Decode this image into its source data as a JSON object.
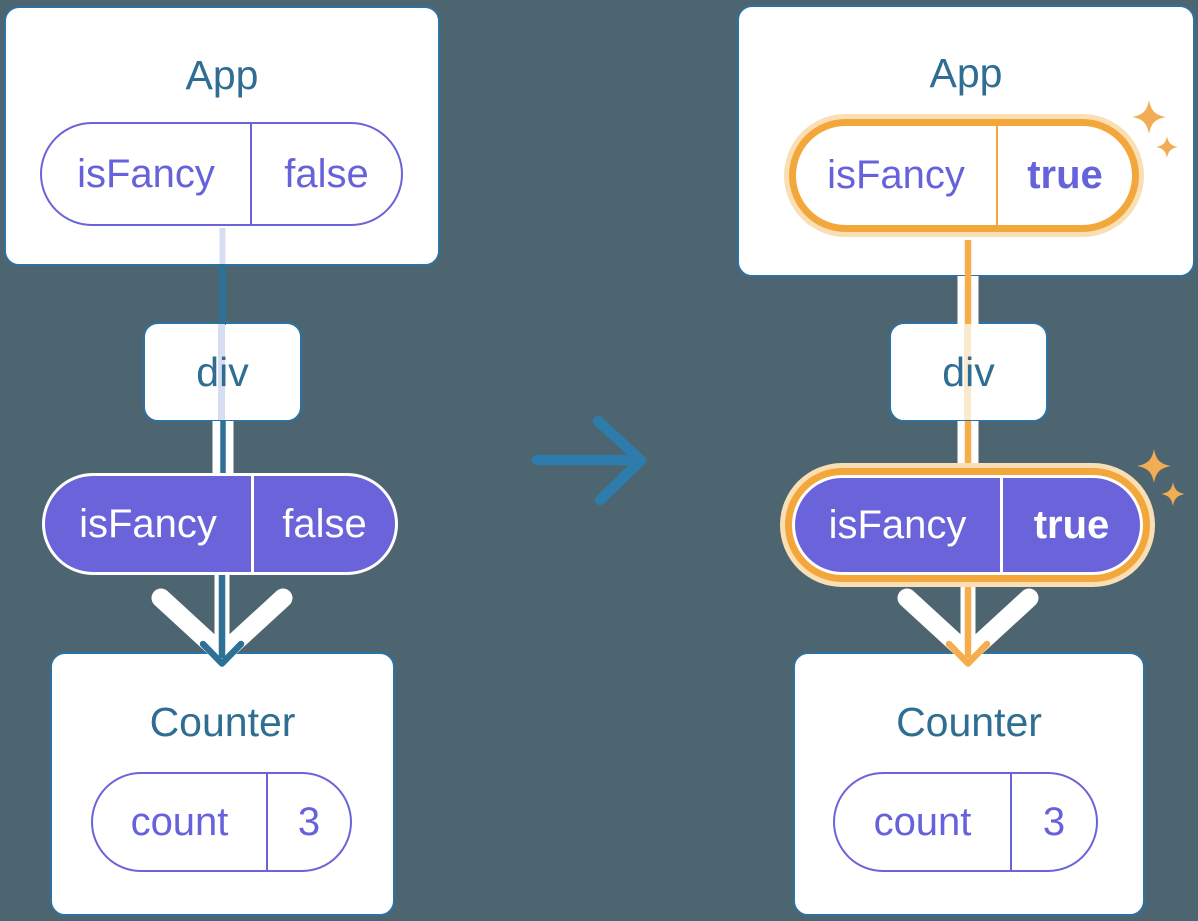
{
  "colors": {
    "background": "#4C6570",
    "card_border": "#2E72A1",
    "heading_text": "#2F6D92",
    "purple_outline": "#6A63DA",
    "purple_fill": "#6A63D9",
    "purple_text": "#6662DB",
    "teal_wire": "#2F7096",
    "transition_arrow": "#2E7CAB",
    "orange_ring": "#F3A73B",
    "orange_halo": "#FADFB5",
    "orange_wire": "#F6AD4B",
    "peach_stripe": "#FBE9CE",
    "lavender_stripe": "#D8DEF2",
    "sparkle": "#F2AC53",
    "white": "#FFFFFF"
  },
  "icons": {
    "sparkle_icon": "✦ four-point star",
    "transition_arrow_icon": "→",
    "flow_arrowhead_icon": "▼"
  },
  "left_tree": {
    "app": {
      "title": "App",
      "prop": {
        "name": "isFancy",
        "value": "false"
      }
    },
    "div_node": {
      "label": "div"
    },
    "passed_prop": {
      "name": "isFancy",
      "value": "false"
    },
    "counter": {
      "title": "Counter",
      "state": {
        "name": "count",
        "value": "3"
      }
    }
  },
  "right_tree": {
    "app": {
      "title": "App",
      "prop": {
        "name": "isFancy",
        "value": "true"
      }
    },
    "div_node": {
      "label": "div"
    },
    "passed_prop": {
      "name": "isFancy",
      "value": "true"
    },
    "counter": {
      "title": "Counter",
      "state": {
        "name": "count",
        "value": "3"
      }
    }
  }
}
